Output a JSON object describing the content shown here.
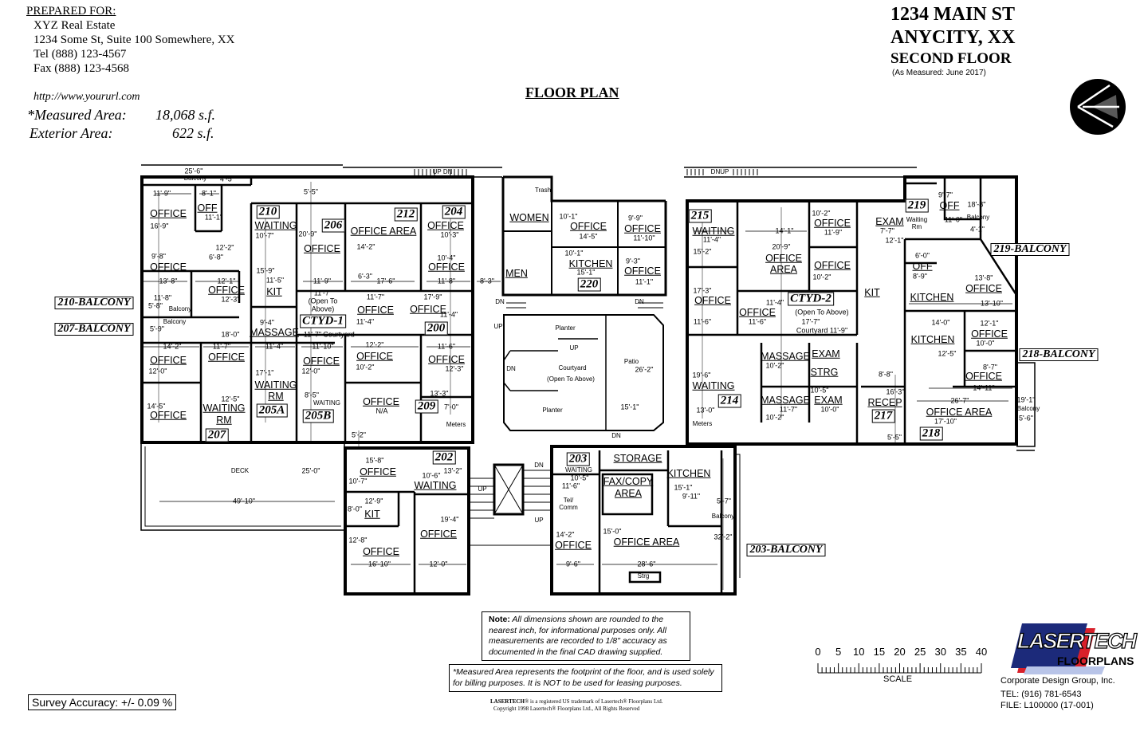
{
  "prepared_for": {
    "title": "PREPARED FOR:",
    "company": "XYZ Real Estate",
    "address": "1234 Some St, Suite 100  Somewhere, XX",
    "tel": "Tel  (888) 123-4567",
    "fax": "Fax (888) 123-4568",
    "url": "http://www.yoururl.com"
  },
  "areas": {
    "measured_label": "*Measured Area:",
    "measured_value": "18,068 s.f.",
    "exterior_label": "Exterior Area:",
    "exterior_value": "622 s.f."
  },
  "property": {
    "street": "1234 MAIN ST",
    "city": "ANYCITY, XX",
    "floor": "SECOND FLOOR",
    "measured_date": "(As Measured:  June 2017)"
  },
  "plan_title": "FLOOR PLAN",
  "plan": {
    "wall_color": "#000000",
    "labels": [
      [
        "25'-6\"",
        "dim"
      ],
      [
        "Balcony",
        "small"
      ],
      [
        "4'-5\"",
        "dim"
      ],
      [
        "11'-9\"",
        "dim"
      ],
      [
        "8'-1\"",
        "dim"
      ],
      [
        "OFFICE",
        "room"
      ],
      [
        "16'-9\"",
        "dim"
      ],
      [
        "OFF",
        "room"
      ],
      [
        "11'-1\"",
        "dim"
      ],
      [
        "12'-2\"",
        "dim"
      ],
      [
        "6'-8\"",
        "dim"
      ],
      [
        "9'-8\"",
        "dim"
      ],
      [
        "OFFICE",
        "room"
      ],
      [
        "13'-8\"",
        "dim"
      ],
      [
        "12'-1\"",
        "dim"
      ],
      [
        "OFFICE",
        "room"
      ],
      [
        "12'-3\"",
        "dim"
      ],
      [
        "210",
        "num"
      ],
      [
        "WAITING",
        "room"
      ],
      [
        "10'-7\"",
        "dim"
      ],
      [
        "15'-9\"",
        "dim"
      ],
      [
        "11'-5\"",
        "dim"
      ],
      [
        "KIT",
        "room"
      ],
      [
        "206",
        "num"
      ],
      [
        "20'-9\"",
        "dim"
      ],
      [
        "OFFICE",
        "room"
      ],
      [
        "11'-9\"",
        "dim"
      ],
      [
        "212",
        "num"
      ],
      [
        "OFFICE AREA",
        "room"
      ],
      [
        "14'-2\"",
        "dim"
      ],
      [
        "6'-3\"",
        "dim"
      ],
      [
        "17'-6\"",
        "dim"
      ],
      [
        "204",
        "num"
      ],
      [
        "OFFICE",
        "room"
      ],
      [
        "10'-3\"",
        "dim"
      ],
      [
        "10'-4\"",
        "dim"
      ],
      [
        "OFFICE",
        "room"
      ],
      [
        "11'-8\"",
        "dim"
      ],
      [
        "8'-3\"",
        "dim"
      ],
      [
        "210-BALCONY",
        "bal"
      ],
      [
        "11'-8\"",
        "dim"
      ],
      [
        "5'-8\"",
        "dim"
      ],
      [
        "Balcony",
        "small"
      ],
      [
        "Balcony",
        "small"
      ],
      [
        "5'-9\"",
        "dim"
      ],
      [
        "207-BALCONY",
        "bal"
      ],
      [
        "11'-7\"",
        "dim"
      ],
      [
        "(Open To",
        "dim"
      ],
      [
        "Above)",
        "dim"
      ],
      [
        "CTYD-1",
        "num"
      ],
      [
        "11'-7\"",
        "dim"
      ],
      [
        "Courtyard",
        "dim"
      ],
      [
        "9'-4\"",
        "dim"
      ],
      [
        "MASSAGE",
        "room"
      ],
      [
        "18'-0\"",
        "dim"
      ],
      [
        "11'-7\"",
        "dim"
      ],
      [
        "OFFICE",
        "room"
      ],
      [
        "11'-4\"",
        "dim"
      ],
      [
        "17'-9\"",
        "dim"
      ],
      [
        "OFFICE",
        "room"
      ],
      [
        "11'-4\"",
        "dim"
      ],
      [
        "200",
        "num"
      ],
      [
        "14'-2\"",
        "dim"
      ],
      [
        "OFFICE",
        "room"
      ],
      [
        "12'-0\"",
        "dim"
      ],
      [
        "11'-7\"",
        "dim"
      ],
      [
        "OFFICE",
        "room"
      ],
      [
        "11'-4\"",
        "dim"
      ],
      [
        "17'-1\"",
        "dim"
      ],
      [
        "WAITING",
        "room"
      ],
      [
        "RM",
        "room"
      ],
      [
        "205A",
        "num"
      ],
      [
        "11'-10\"",
        "dim"
      ],
      [
        "OFFICE",
        "room"
      ],
      [
        "12'-0\"",
        "dim"
      ],
      [
        "8'-5\"",
        "dim"
      ],
      [
        "WAITING",
        "small"
      ],
      [
        "205B",
        "num"
      ],
      [
        "12'-2\"",
        "dim"
      ],
      [
        "OFFICE",
        "room"
      ],
      [
        "10'-2\"",
        "dim"
      ],
      [
        "11'-6\"",
        "dim"
      ],
      [
        "OFFICE",
        "room"
      ],
      [
        "12'-3\"",
        "dim"
      ],
      [
        "OFFICE",
        "room"
      ],
      [
        "N/A",
        "dim"
      ],
      [
        "13'-3\"",
        "dim"
      ],
      [
        "209",
        "num"
      ],
      [
        "7'-0\"",
        "dim"
      ],
      [
        "Meters",
        "small"
      ],
      [
        "14'-5\"",
        "dim"
      ],
      [
        "OFFICE",
        "room"
      ],
      [
        "12'-5\"",
        "dim"
      ],
      [
        "WAITING",
        "room"
      ],
      [
        "RM",
        "room"
      ],
      [
        "207",
        "num"
      ],
      [
        "5'-5\"",
        "dim"
      ],
      [
        "5'-2\"",
        "dim"
      ],
      [
        "UP DN",
        "small"
      ],
      [
        "DECK",
        "small"
      ],
      [
        "25'-0\"",
        "dim"
      ],
      [
        "49'-10\"",
        "dim"
      ],
      [
        "15'-8\"",
        "dim"
      ],
      [
        "OFFICE",
        "room"
      ],
      [
        "10'-7\"",
        "dim"
      ],
      [
        "202",
        "num"
      ],
      [
        "13'-2\"",
        "dim"
      ],
      [
        "10'-6\"",
        "dim"
      ],
      [
        "WAITING",
        "room"
      ],
      [
        "12'-9\"",
        "dim"
      ],
      [
        "8'-0\"",
        "dim"
      ],
      [
        "KIT",
        "room"
      ],
      [
        "19'-4\"",
        "dim"
      ],
      [
        "OFFICE",
        "room"
      ],
      [
        "12'-8\"",
        "dim"
      ],
      [
        "OFFICE",
        "room"
      ],
      [
        "16'-10\"",
        "dim"
      ],
      [
        "12'-0\"",
        "dim"
      ],
      [
        "UP",
        "small"
      ],
      [
        "DN",
        "small"
      ],
      [
        "UP",
        "small"
      ],
      [
        "203",
        "num"
      ],
      [
        "WAITING",
        "small"
      ],
      [
        "10'-5\"",
        "dim"
      ],
      [
        "11'-6\"",
        "dim"
      ],
      [
        "STORAGE",
        "room"
      ],
      [
        "FAX/COPY",
        "room"
      ],
      [
        "AREA",
        "room"
      ],
      [
        "KITCHEN",
        "room"
      ],
      [
        "15'-1\"",
        "dim"
      ],
      [
        "9'-11\"",
        "dim"
      ],
      [
        "5'-7\"",
        "dim"
      ],
      [
        "Balcony",
        "small"
      ],
      [
        "Tel/",
        "small"
      ],
      [
        "Comm",
        "small"
      ],
      [
        "14'-2\"",
        "dim"
      ],
      [
        "OFFICE",
        "room"
      ],
      [
        "15'-0\"",
        "dim"
      ],
      [
        "OFFICE AREA",
        "room"
      ],
      [
        "32'-2\"",
        "dim"
      ],
      [
        "9'-6\"",
        "dim"
      ],
      [
        "28'-6\"",
        "dim"
      ],
      [
        "Strg",
        "small"
      ],
      [
        "203-BALCONY",
        "bal"
      ],
      [
        "WOMEN",
        "room"
      ],
      [
        "MEN",
        "room"
      ],
      [
        "Trash",
        "small"
      ],
      [
        "10'-1\"",
        "dim"
      ],
      [
        "OFFICE",
        "room"
      ],
      [
        "14'-5\"",
        "dim"
      ],
      [
        "9'-9\"",
        "dim"
      ],
      [
        "OFFICE",
        "room"
      ],
      [
        "11'-10\"",
        "dim"
      ],
      [
        "10'-1\"",
        "dim"
      ],
      [
        "KITCHEN",
        "room"
      ],
      [
        "15'-1\"",
        "dim"
      ],
      [
        "220",
        "num"
      ],
      [
        "9'-3\"",
        "dim"
      ],
      [
        "OFFICE",
        "room"
      ],
      [
        "11'-1\"",
        "dim"
      ],
      [
        "DN",
        "small"
      ],
      [
        "UP",
        "small"
      ],
      [
        "DN",
        "small"
      ],
      [
        "Planter",
        "small"
      ],
      [
        "UP",
        "small"
      ],
      [
        "DN",
        "small"
      ],
      [
        "Courtyard",
        "small"
      ],
      [
        "(Open To Above)",
        "small"
      ],
      [
        "Patio",
        "small"
      ],
      [
        "26'-2\"",
        "dim"
      ],
      [
        "Planter",
        "small"
      ],
      [
        "15'-1\"",
        "dim"
      ],
      [
        "DN",
        "small"
      ],
      [
        "DNUP",
        "small"
      ],
      [
        "215",
        "num"
      ],
      [
        "WAITING",
        "room"
      ],
      [
        "11'-4\"",
        "dim"
      ],
      [
        "15'-2\"",
        "dim"
      ],
      [
        "14'-1\"",
        "dim"
      ],
      [
        "20'-9\"",
        "dim"
      ],
      [
        "OFFICE",
        "room"
      ],
      [
        "AREA",
        "room"
      ],
      [
        "10'-2\"",
        "dim"
      ],
      [
        "OFFICE",
        "room"
      ],
      [
        "11'-9\"",
        "dim"
      ],
      [
        "OFFICE",
        "room"
      ],
      [
        "10'-2\"",
        "dim"
      ],
      [
        "EXAM",
        "room"
      ],
      [
        "7'-7\"",
        "dim"
      ],
      [
        "12'-1\"",
        "dim"
      ],
      [
        "219",
        "num"
      ],
      [
        "Waiting",
        "small"
      ],
      [
        "Rm",
        "small"
      ],
      [
        "9'-7\"",
        "dim"
      ],
      [
        "OFF",
        "room"
      ],
      [
        "11'-0\"",
        "dim"
      ],
      [
        "18'-8\"",
        "dim"
      ],
      [
        "Balcony",
        "small"
      ],
      [
        "4'-1\"",
        "dim"
      ],
      [
        "219-BALCONY",
        "bal"
      ],
      [
        "6'-0\"",
        "dim"
      ],
      [
        "OFF",
        "room"
      ],
      [
        "8'-9\"",
        "dim"
      ],
      [
        "13'-8\"",
        "dim"
      ],
      [
        "OFFICE",
        "room"
      ],
      [
        "13'-10\"",
        "dim"
      ],
      [
        "17'-3\"",
        "dim"
      ],
      [
        "OFFICE",
        "room"
      ],
      [
        "11'-6\"",
        "dim"
      ],
      [
        "11'-4\"",
        "dim"
      ],
      [
        "OFFICE",
        "room"
      ],
      [
        "11'-6\"",
        "dim"
      ],
      [
        "CTYD-2",
        "num"
      ],
      [
        "(Open To Above)",
        "dim"
      ],
      [
        "17'-7\"",
        "dim"
      ],
      [
        "Courtyard 11'-9\"",
        "dim"
      ],
      [
        "KIT",
        "room"
      ],
      [
        "KITCHEN",
        "room"
      ],
      [
        "14'-0\"",
        "dim"
      ],
      [
        "KITCHEN",
        "room"
      ],
      [
        "12'-5\"",
        "dim"
      ],
      [
        "12'-1\"",
        "dim"
      ],
      [
        "OFFICE",
        "room"
      ],
      [
        "10'-0\"",
        "dim"
      ],
      [
        "218-BALCONY",
        "bal"
      ],
      [
        "8'-7\"",
        "dim"
      ],
      [
        "OFFICE",
        "room"
      ],
      [
        "14'-11\"",
        "dim"
      ],
      [
        "MASSAGE",
        "room"
      ],
      [
        "10'-2\"",
        "dim"
      ],
      [
        "EXAM",
        "room"
      ],
      [
        "STRG",
        "room"
      ],
      [
        "19'-6\"",
        "dim"
      ],
      [
        "WAITING",
        "room"
      ],
      [
        "214",
        "num"
      ],
      [
        "13'-0\"",
        "dim"
      ],
      [
        "Meters",
        "small"
      ],
      [
        "MASSAGE",
        "room"
      ],
      [
        "11'-7\"",
        "dim"
      ],
      [
        "10'-2\"",
        "dim"
      ],
      [
        "10'-5\"",
        "dim"
      ],
      [
        "EXAM",
        "room"
      ],
      [
        "10'-0\"",
        "dim"
      ],
      [
        "8'-8\"",
        "dim"
      ],
      [
        "16'-3\"",
        "dim"
      ],
      [
        "RECEP",
        "room"
      ],
      [
        "217",
        "num"
      ],
      [
        "5'-5\"",
        "dim"
      ],
      [
        "26'-7\"",
        "dim"
      ],
      [
        "OFFICE AREA",
        "room"
      ],
      [
        "17'-10\"",
        "dim"
      ],
      [
        "218",
        "num"
      ],
      [
        "19'-1\"",
        "dim"
      ],
      [
        "Balcony",
        "small"
      ],
      [
        "5'-6\"",
        "dim"
      ]
    ]
  },
  "notes": {
    "note_label": "Note:",
    "note_text": "All dimensions shown are rounded to the nearest inch, for informational purposes only. All measurements are recorded to 1/8\" accuracy as documented in the final CAD drawing supplied.",
    "measured_note": "*Measured Area represents the footprint of the floor, and is used solely for billing purposes. It is NOT to be used for leasing purposes.",
    "trademark_brand": "LASERTECH",
    "trademark": "® is a registered US trademark of Lasertech® Floorplans Ltd.",
    "copyright": "Copyright 1998 Lasertech® Floorplans Ltd., All Rights Reserved"
  },
  "survey_accuracy": "Survey Accuracy:  +/-  0.09 %",
  "scale": {
    "label": "SCALE",
    "ticks": [
      "0",
      "5",
      "10",
      "15",
      "20",
      "25",
      "30",
      "35",
      "40"
    ]
  },
  "company": {
    "logo_text_1": "LASERTECH",
    "logo_text_2": "FLOORPLANS",
    "logo_colors": {
      "blue": "#1c2a7a",
      "red": "#d8202a"
    },
    "name": "Corporate Design Group, Inc.",
    "tel": "TEL:  (916) 781-6543",
    "file": "FILE:  L100000 (17-001)"
  }
}
